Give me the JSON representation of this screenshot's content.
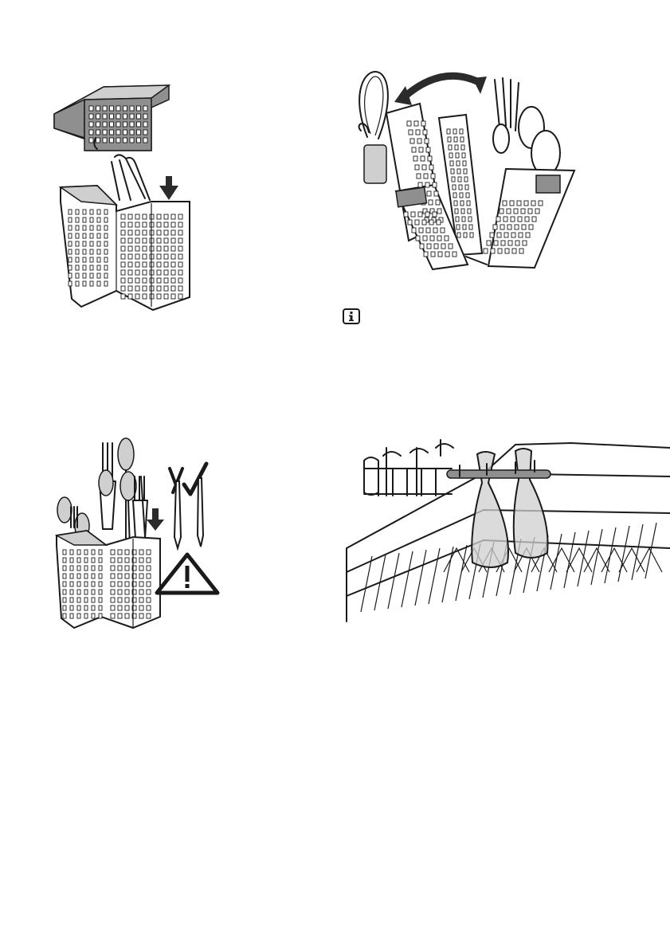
{
  "figures": [
    {
      "id": "basket-grid",
      "icon": "cutlery-basket-with-grid-icon"
    },
    {
      "id": "folding-basket",
      "icon": "folding-cutlery-basket-icon"
    },
    {
      "id": "loading-cutlery",
      "icon": "cutlery-loading-icon"
    },
    {
      "id": "rack-holder",
      "icon": "upper-rack-holder-icon"
    }
  ],
  "info_icon": {
    "glyph": "i",
    "icon": "information-icon"
  },
  "colors": {
    "line": "#1a1a1a",
    "grey": "#8f8f8f",
    "light_grey": "#cfcfcf"
  }
}
